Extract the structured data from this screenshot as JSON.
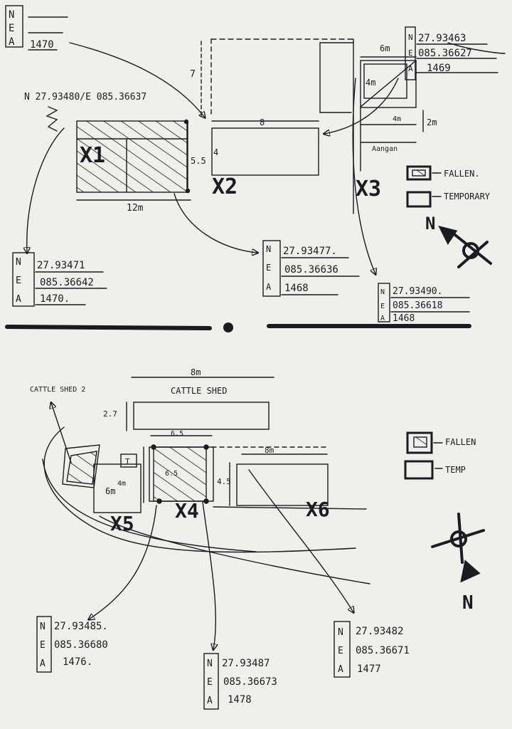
{
  "colors": {
    "paper": "#efefeb",
    "ink": "#1b1b22"
  },
  "header_legend": {
    "letters": [
      "N",
      "E",
      "A"
    ],
    "value": "1470"
  },
  "top_note": "N 27.93480/E 085.36637",
  "dims": {
    "x1_width": "12m",
    "x1_height": "5.5",
    "x2_width": "8",
    "x2_height": "4",
    "x2_gap": "7",
    "x3_width": "6m",
    "x3_inner": "4m",
    "x3_low": "4m",
    "x3_side": "2m",
    "x3_note": "Aangan",
    "cattle_width": "8m",
    "cattle_height": "2.7",
    "x4_top": "6.5",
    "x4_inner": "6.5",
    "x5_width": "4m",
    "x5_height": "6m",
    "x5_small": "T",
    "x6_width": "8m",
    "x6_height": "4.5"
  },
  "labels": {
    "x1": "X1",
    "x2": "X2",
    "x3": "X3",
    "x4": "X4",
    "x5": "X5",
    "x6": "X6",
    "cattle_shed": "CATTLE SHED",
    "cattle_shed_2": "CATTLE SHED 2"
  },
  "coords": {
    "x1": {
      "n": "27.93471",
      "e": "085.36642",
      "a": "1470."
    },
    "x2": {
      "n": "27.93477.",
      "e": "085.36636",
      "a": "1468"
    },
    "x3_top": {
      "n": "27.93463",
      "e": "085.36627",
      "a": "1469"
    },
    "x3": {
      "n": "27.93490.",
      "e": "085.36618",
      "a": "1468"
    },
    "x5": {
      "n": "27.93485.",
      "e": "085.36680",
      "a": "1476."
    },
    "x4": {
      "n": "27.93487",
      "e": "085.36673",
      "a": "1478"
    },
    "x6": {
      "n": "27.93482",
      "e": "085.36671",
      "a": "1477"
    }
  },
  "legend_top": {
    "fallen": "FALLEN.",
    "temporary": "TEMPORARY"
  },
  "legend_bottom": {
    "fallen": "FALLEN",
    "temporary": "TEMP"
  },
  "north": "N"
}
